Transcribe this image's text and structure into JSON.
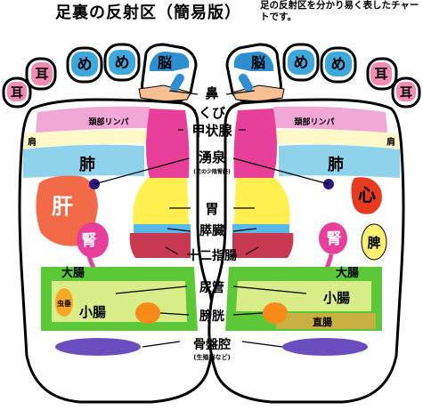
{
  "title": "足裏の反射区（簡易版）",
  "subtitle": "足の反射区を分かり易く表したチャートです。",
  "toes": {
    "left": [
      "耳",
      "耳",
      "め",
      "め",
      "脳"
    ],
    "right": [
      "脳",
      "め",
      "め",
      "耳",
      "耳"
    ]
  },
  "left_foot": {
    "neck_lymph": "頚部リンパ",
    "shoulder": "肩",
    "lung": "肺",
    "liver": "肝",
    "kidney": "腎",
    "large_intestine": "大腸",
    "small_intestine": "小腸",
    "appendix": "虫垂"
  },
  "right_foot": {
    "neck_lymph": "頚部リンパ",
    "shoulder": "肩",
    "lung": "肺",
    "heart": "心",
    "spleen": "脾",
    "kidney": "腎",
    "large_intestine": "大腸",
    "small_intestine": "小腸",
    "rectum": "直腸"
  },
  "center_labels": {
    "nose": "鼻",
    "neck": "くび",
    "thyroid": "甲状腺",
    "yongquan": "湧泉",
    "yongquan_note": "(足の少陰腎経)",
    "stomach": "胃",
    "pancreas": "膵臓",
    "duodenum": "十二指腸",
    "ureter": "尿管",
    "bladder": "膀胱",
    "pelvis": "骨盤腔",
    "pelvis_note": "(生殖器など)"
  },
  "colors": {
    "toe_pink": "#f08cb4",
    "toe_blue": "#3ea8dc",
    "brain_blue": "#2e8fd0",
    "neck_lymph": "#f2a8d6",
    "shoulder": "#fff8c8",
    "lung": "#8ed2ec",
    "liver": "#f26a48",
    "kidney": "#e8409a",
    "thyroid": "#e8409a",
    "stomach": "#fff050",
    "pancreas": "#58b8e8",
    "duodenum": "#c83850",
    "large_intestine": "#5cc838",
    "small_intestine": "#d8ec88",
    "appendix": "#f8a828",
    "bladder": "#f88a18",
    "pelvis": "#6a4ec0",
    "heart": "#e83a20",
    "spleen": "#fff070",
    "rectum": "#c8b040",
    "nose": "#f8c090",
    "yongquan_point": "#2a1880"
  }
}
